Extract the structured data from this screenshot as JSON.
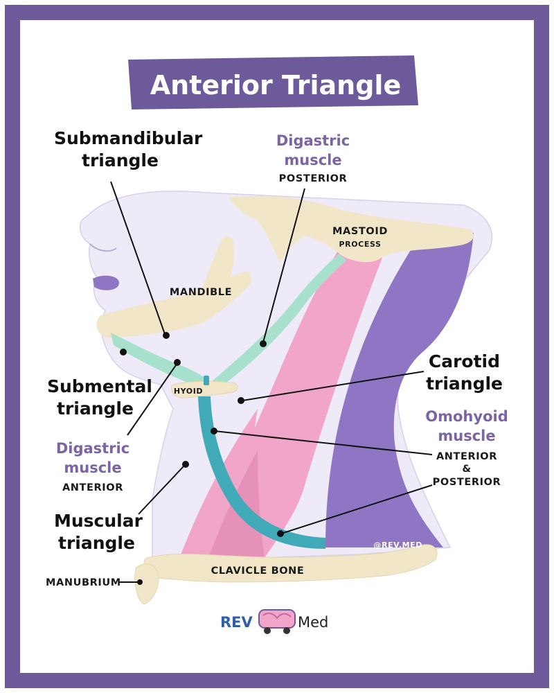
{
  "title": "Anterior Triangle",
  "labels": {
    "submandibular": [
      "Submandibular",
      "triangle"
    ],
    "digastric_posterior": [
      "Digastric",
      "muscle",
      "POSTERIOR"
    ],
    "mastoid": [
      "MASTOID",
      "PROCESS"
    ],
    "mandible": "MANDIBLE",
    "carotid": [
      "Carotid",
      "triangle"
    ],
    "submental": [
      "Submental",
      "triangle"
    ],
    "hyoid": "HYOID",
    "omohyoid": [
      "Omohyoid",
      "muscle",
      "ANTERIOR",
      "&",
      "POSTERIOR"
    ],
    "digastric_anterior": [
      "Digastric",
      "muscle",
      "ANTERIOR"
    ],
    "muscular": [
      "Muscular",
      "triangle"
    ],
    "manubrium": "MANUBRIUM",
    "clavicle": "CLAVICLE BONE",
    "watermark": "@REV.MED"
  },
  "brand": {
    "rev": "REV",
    "med": "Med"
  },
  "colors": {
    "frame": "#6c5a9b",
    "skin": "#efeaf7",
    "bone": "#f1e6c8",
    "digastric": "#a7e1cd",
    "omohyoid": "#41aab8",
    "scm": "#f1a6c9",
    "trapezius": "#8f76c4",
    "label_purple": "#7b64a6",
    "brand_blue": "#2f5fa8"
  }
}
